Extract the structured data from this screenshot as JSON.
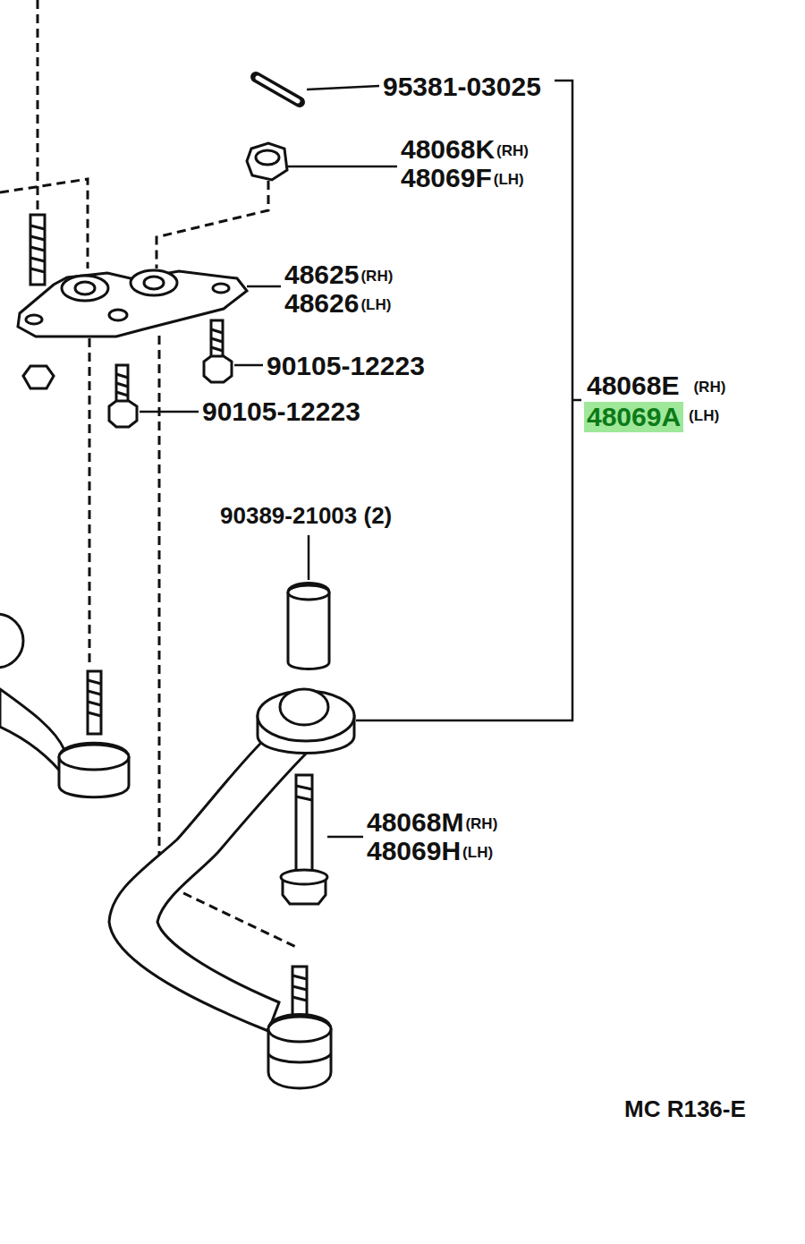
{
  "diagram": {
    "labels": [
      "95381-03025",
      "48068K",
      "(RH)",
      "48069F",
      "(LH)",
      "48625",
      "(RH)",
      "48626",
      "(LH)",
      "90105-12223",
      "90105-12223",
      "48068E",
      "(RH)",
      "48069A",
      "(LH)",
      "90389-21003 (2)",
      "48068M",
      "(RH)",
      "48069H",
      "(LH)",
      "MC R136-E"
    ]
  }
}
